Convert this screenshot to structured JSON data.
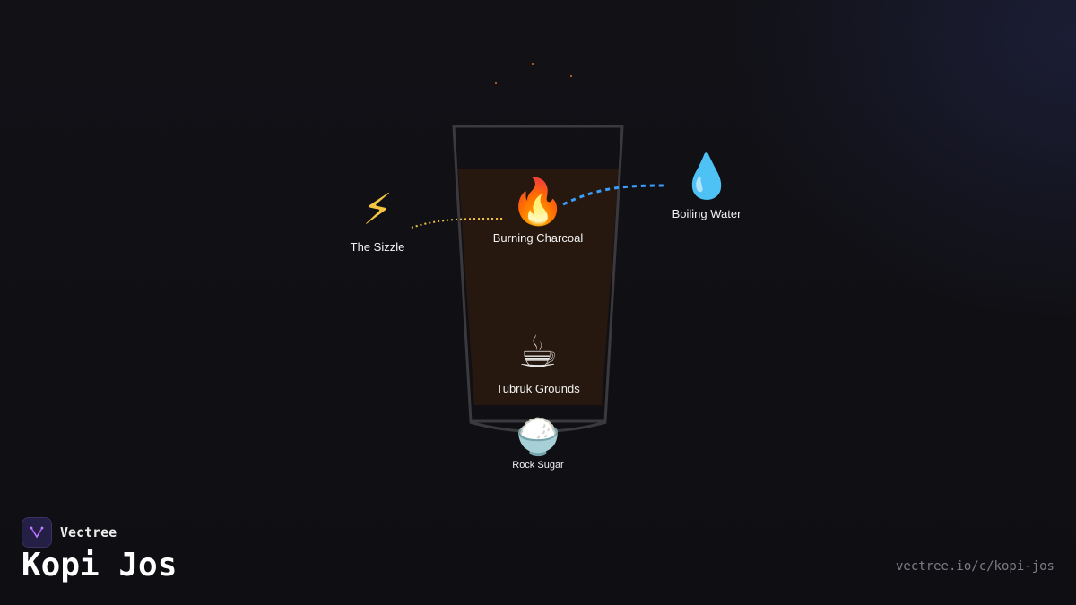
{
  "brand": {
    "name": "Vectree",
    "title": "Kopi Jos",
    "url": "vectree.io/c/kopi-jos"
  },
  "diagram": {
    "nodes": {
      "sizzle": {
        "label": "The Sizzle",
        "icon": "lightning-icon",
        "glyph": "⚡"
      },
      "charcoal": {
        "label": "Burning Charcoal",
        "icon": "fire-icon",
        "glyph": "🔥"
      },
      "water": {
        "label": "Boiling Water",
        "icon": "droplet-icon",
        "glyph": "💧"
      },
      "grounds": {
        "label": "Tubruk Grounds",
        "icon": "hot-coffee-icon",
        "glyph": "☕"
      },
      "sugar": {
        "label": "Rock Sugar",
        "icon": "rice-bowl-icon",
        "glyph": "🍚"
      }
    },
    "colors": {
      "background": "#101014",
      "glass_outline": "#3a3a3e",
      "coffee_fill": "#26180f",
      "sizzle_connector": "#f5c542",
      "water_connector": "#3aa0ff",
      "ember": "#e0701a",
      "brand_accent": "#a855f7"
    }
  }
}
